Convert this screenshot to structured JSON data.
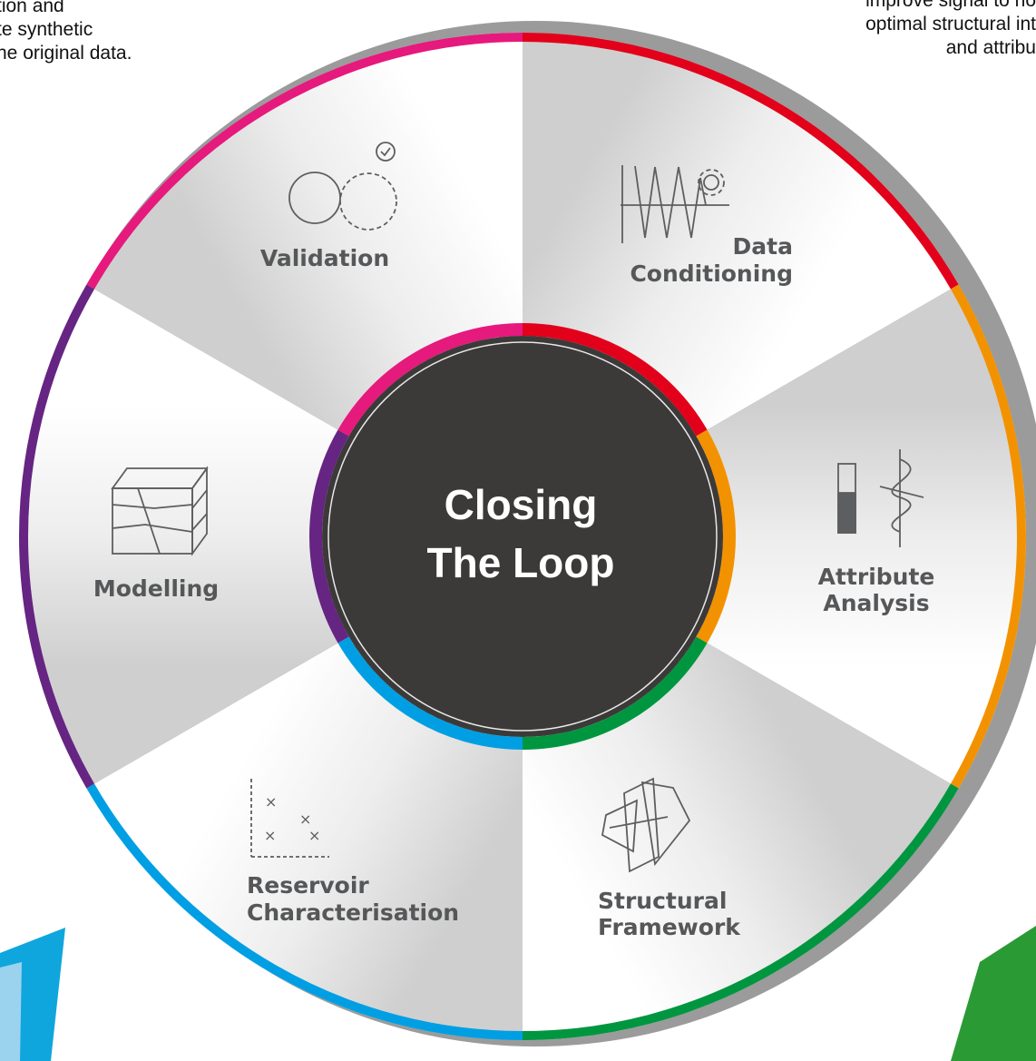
{
  "corner_texts": {
    "top_left": [
      "tion and",
      "te synthetic",
      "he original data."
    ],
    "top_right": [
      "improve signal to no",
      "optimal structural int",
      "and attribu"
    ]
  },
  "center": {
    "title_line1": "Closing",
    "title_line2": "The Loop"
  },
  "segments": [
    {
      "name": "Data Conditioning",
      "lines": [
        "Data",
        "Conditioning"
      ],
      "color": "#e2001a",
      "icon": "seismic-trace-gear-icon"
    },
    {
      "name": "Attribute Analysis",
      "lines": [
        "Attribute",
        "Analysis"
      ],
      "color": "#f39200",
      "icon": "attribute-gauge-icon"
    },
    {
      "name": "Structural Framework",
      "lines": [
        "Structural",
        "Framework"
      ],
      "color": "#009640",
      "icon": "fault-surface-icon"
    },
    {
      "name": "Reservoir Characterisation",
      "lines": [
        "Reservoir",
        "Characterisation"
      ],
      "color": "#009fe3",
      "icon": "scatter-crossplot-icon"
    },
    {
      "name": "Modelling",
      "lines": [
        "Modelling"
      ],
      "color": "#662483",
      "icon": "geo-block-model-icon"
    },
    {
      "name": "Validation",
      "lines": [
        "Validation"
      ],
      "color": "#e6197d",
      "icon": "overlap-circles-check-icon"
    }
  ],
  "colors": {
    "center_fill": "#3c3a39",
    "outer_shadow": "#9b9b9b",
    "label_text": "#555759"
  }
}
